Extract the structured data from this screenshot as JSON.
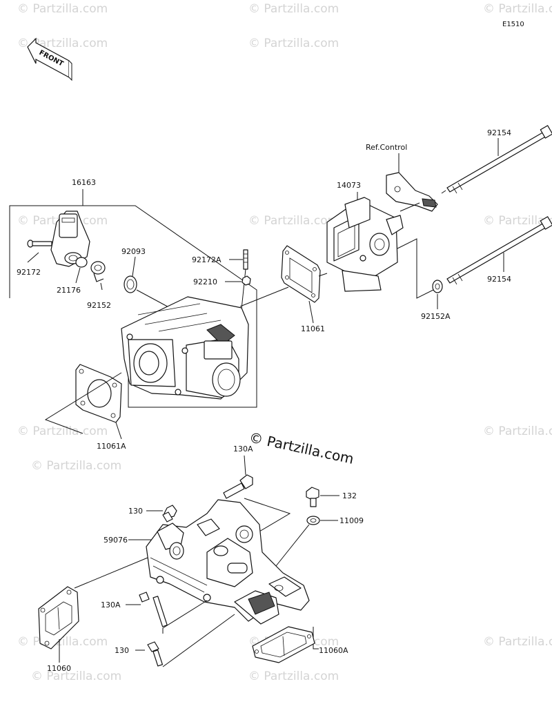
{
  "diagram_code": "E1510",
  "front_label": "FRONT",
  "copyright_text": "© Partzilla.com",
  "watermark_text": "© Partzilla.com",
  "ref_label": "Ref.Control",
  "parts": {
    "p16163": "16163",
    "p92172": "92172",
    "p21176": "21176",
    "p92152": "92152",
    "p92093": "92093",
    "p92172A": "92172A",
    "p92210": "92210",
    "p11061": "11061",
    "p11061A": "11061A",
    "p14073": "14073",
    "p92154_top": "92154",
    "p92154_mid": "92154",
    "p92152A": "92152A",
    "p130A_top": "130A",
    "p132": "132",
    "p11009": "11009",
    "p130_left": "130",
    "p59076": "59076",
    "p130A_left": "130A",
    "p130_bottom": "130",
    "p11060": "11060",
    "p11060A": "11060A"
  }
}
